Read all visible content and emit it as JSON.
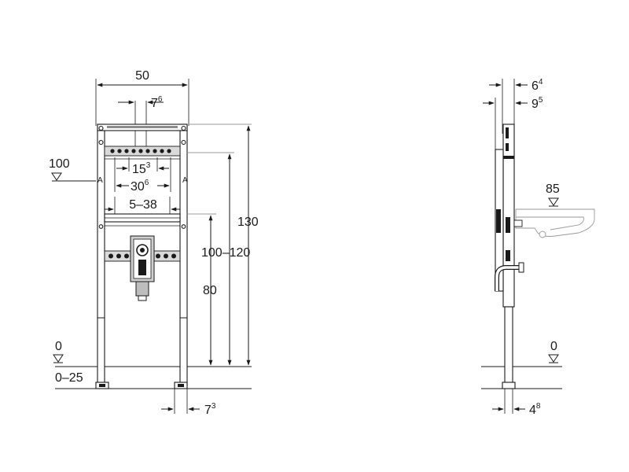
{
  "front_view": {
    "width": "50",
    "offset_a": {
      "base": "7",
      "sup": "6"
    },
    "spacing_a": {
      "base": "15",
      "sup": "3"
    },
    "spacing_b": {
      "base": "30",
      "sup": "6"
    },
    "range_a": "5–38",
    "total_height": "130",
    "range_b": "100–120",
    "height_a": "80",
    "level_top": "100",
    "level_floor": "0",
    "level_floor_range": "0–25",
    "foot_offset": {
      "base": "7",
      "sup": "3"
    }
  },
  "side_view": {
    "depth_a": {
      "base": "6",
      "sup": "4"
    },
    "depth_b": {
      "base": "9",
      "sup": "5"
    },
    "basin_level": "85",
    "level_floor": "0",
    "foot_depth": {
      "base": "4",
      "sup": "8"
    }
  }
}
